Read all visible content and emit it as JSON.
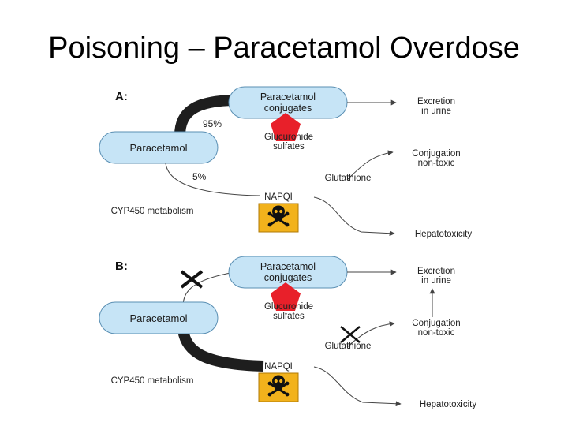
{
  "title": "Poisoning – Paracetamol Overdose",
  "panels": [
    {
      "label": "A:",
      "paracetamol": "Paracetamol",
      "conjugates_line1": "Paracetamol",
      "conjugates_line2": "conjugates",
      "percent_major": "95%",
      "percent_minor": "5%",
      "glucuronide_line1": "Glucuronide",
      "glucuronide_line2": "sulfates",
      "excretion_line1": "Excretion",
      "excretion_line2": "in urine",
      "conjugation_line1": "Conjugation",
      "conjugation_line2": "non-toxic",
      "glutathione": "Glutathione",
      "napqi": "NAPQI",
      "cyp450": "CYP450 metabolism",
      "hepatotoxicity": "Hepatotoxicity"
    },
    {
      "label": "B:",
      "paracetamol": "Paracetamol",
      "conjugates_line1": "Paracetamol",
      "conjugates_line2": "conjugates",
      "glucuronide_line1": "Glucuronide",
      "glucuronide_line2": "sulfates",
      "excretion_line1": "Excretion",
      "excretion_line2": "in urine",
      "conjugation_line1": "Conjugation",
      "conjugation_line2": "non-toxic",
      "glutathione": "Glutathione",
      "napqi": "NAPQI",
      "cyp450": "CYP450 metabolism",
      "hepatotoxicity": "Hepatotoxicity"
    }
  ],
  "colors": {
    "pill_fill": "#c6e4f6",
    "pentagon": "#e8202a",
    "toxic_badge": "#f2b21c"
  },
  "icons": [
    "pentagon-icon",
    "skull-crossbones-icon",
    "block-x-icon"
  ]
}
